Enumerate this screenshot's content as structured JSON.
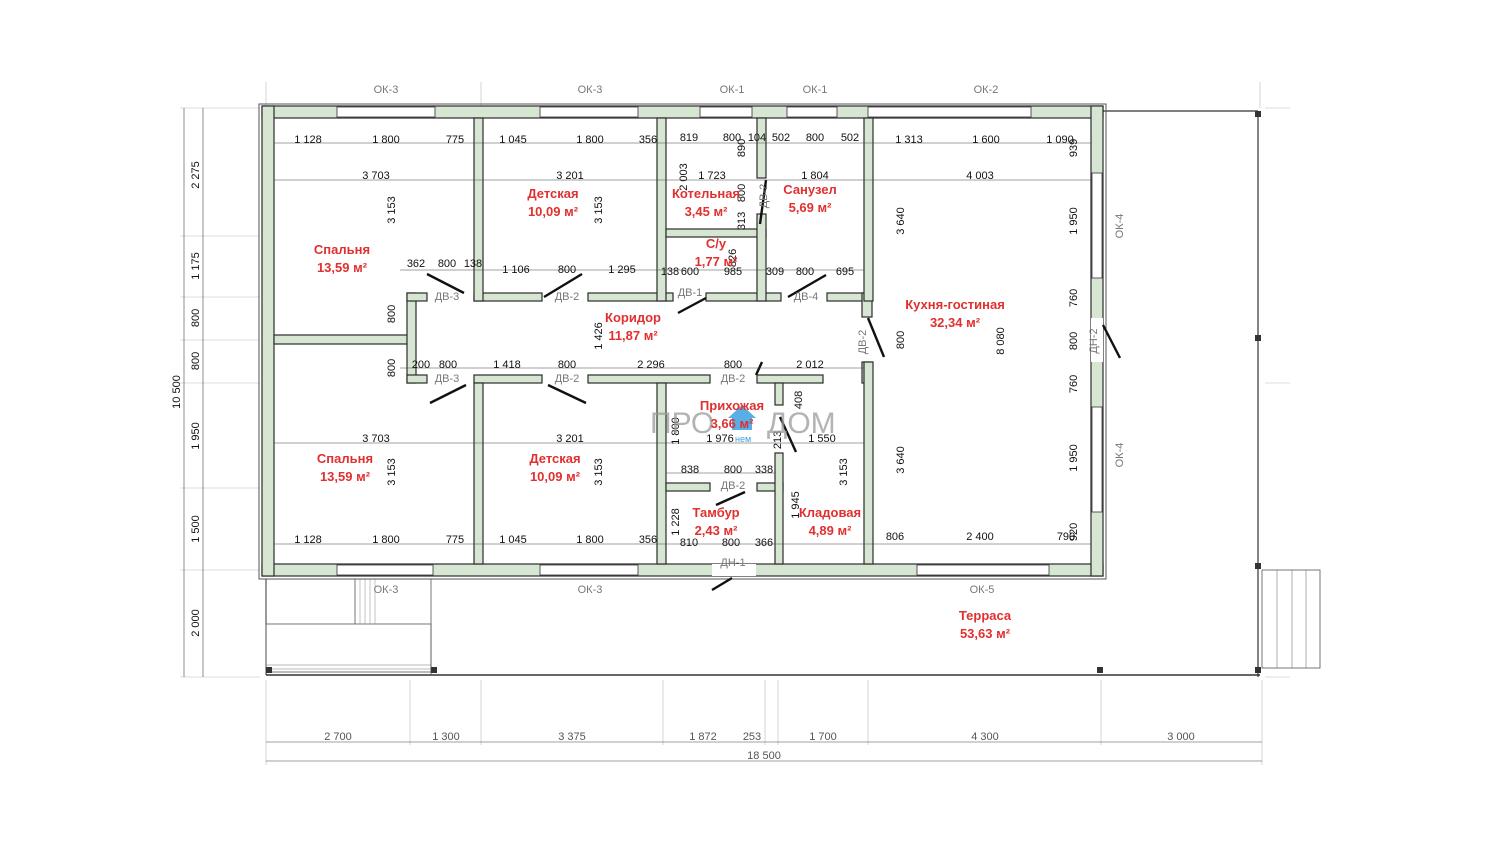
{
  "logo": {
    "left": "ПРО",
    "right": "ДОМ",
    "sub": "нем"
  },
  "rooms": [
    {
      "id": "bed1",
      "name": "Спальня",
      "area": "13,59 м²"
    },
    {
      "id": "kid1",
      "name": "Детская",
      "area": "10,09 м²"
    },
    {
      "id": "boiler",
      "name": "Котельная",
      "area": "3,45 м²"
    },
    {
      "id": "bath",
      "name": "Санузел",
      "area": "5,69 м²"
    },
    {
      "id": "wc",
      "name": "С/у",
      "area": "1,77 м²"
    },
    {
      "id": "corr",
      "name": "Коридор",
      "area": "11,87 м²"
    },
    {
      "id": "kitchen",
      "name": "Кухня-гостиная",
      "area": "32,34 м²"
    },
    {
      "id": "hall",
      "name": "Прихожая",
      "area": "3,66 м²"
    },
    {
      "id": "bed2",
      "name": "Спальня",
      "area": "13,59 м²"
    },
    {
      "id": "kid2",
      "name": "Детская",
      "area": "10,09 м²"
    },
    {
      "id": "vest",
      "name": "Тамбур",
      "area": "2,43 м²"
    },
    {
      "id": "pantry",
      "name": "Кладовая",
      "area": "4,89 м²"
    },
    {
      "id": "terrace",
      "name": "Терраса",
      "area": "53,63 м²"
    }
  ],
  "windows": {
    "top": [
      "ОК-3",
      "ОК-3",
      "ОК-1",
      "ОК-1",
      "ОК-2"
    ],
    "right": [
      "ОК-4",
      "ДН-2",
      "ОК-4"
    ],
    "bottom": [
      "ОК-3",
      "ОК-3",
      "ДН-1",
      "ОК-5"
    ]
  },
  "doors": [
    "ДВ-3",
    "ДВ-2",
    "ДВ-1",
    "ДВ-4",
    "ДВ-2",
    "ДВ-3",
    "ДВ-2",
    "ДВ-2",
    "ДВ-2",
    "ДВ-2"
  ],
  "dims_top": [
    "1 128",
    "1 800",
    "775",
    "1 045",
    "1 800",
    "356",
    "819",
    "800",
    "104",
    "502",
    "800",
    "502",
    "1 313",
    "1 600",
    "1 090"
  ],
  "dims_row2": [
    "3 703",
    "3 201",
    "1 723",
    "1 804",
    "4 003"
  ],
  "dims_mid_top": [
    "362",
    "800",
    "138",
    "1 106",
    "800",
    "1 295",
    "138",
    "600",
    "985",
    "309",
    "800",
    "695"
  ],
  "dims_mid_bot": [
    "200",
    "800",
    "1 418",
    "800",
    "2 296",
    "800",
    "2 012"
  ],
  "dims_row5": [
    "3 703",
    "3 201",
    "1 976",
    "1 550"
  ],
  "dims_row6": [
    "838",
    "800",
    "338"
  ],
  "dims_bot": [
    "1 128",
    "1 800",
    "775",
    "1 045",
    "1 800",
    "356",
    "810",
    "800",
    "366",
    "806",
    "2 400",
    "790"
  ],
  "dims_vert_inner": [
    "3 153",
    "3 153",
    "2 003",
    "800",
    "313",
    "826",
    "890",
    "800",
    "3 640",
    "1 950",
    "800",
    "939",
    "1 426",
    "800",
    "8 080",
    "760",
    "800",
    "760",
    "3 153",
    "3 153",
    "1 800",
    "408",
    "213",
    "3 640",
    "1 945",
    "3 153",
    "1 228",
    "1 950",
    "920"
  ],
  "dims_left": [
    "2 275",
    "1 175",
    "800",
    "800",
    "1 950",
    "1 500",
    "2 000"
  ],
  "total_height": "10 500",
  "dims_bottom_chain": [
    "2 700",
    "1 300",
    "3 375",
    "1 872",
    "253",
    "1 700",
    "4 300",
    "3 000"
  ],
  "total_width": "18 500"
}
